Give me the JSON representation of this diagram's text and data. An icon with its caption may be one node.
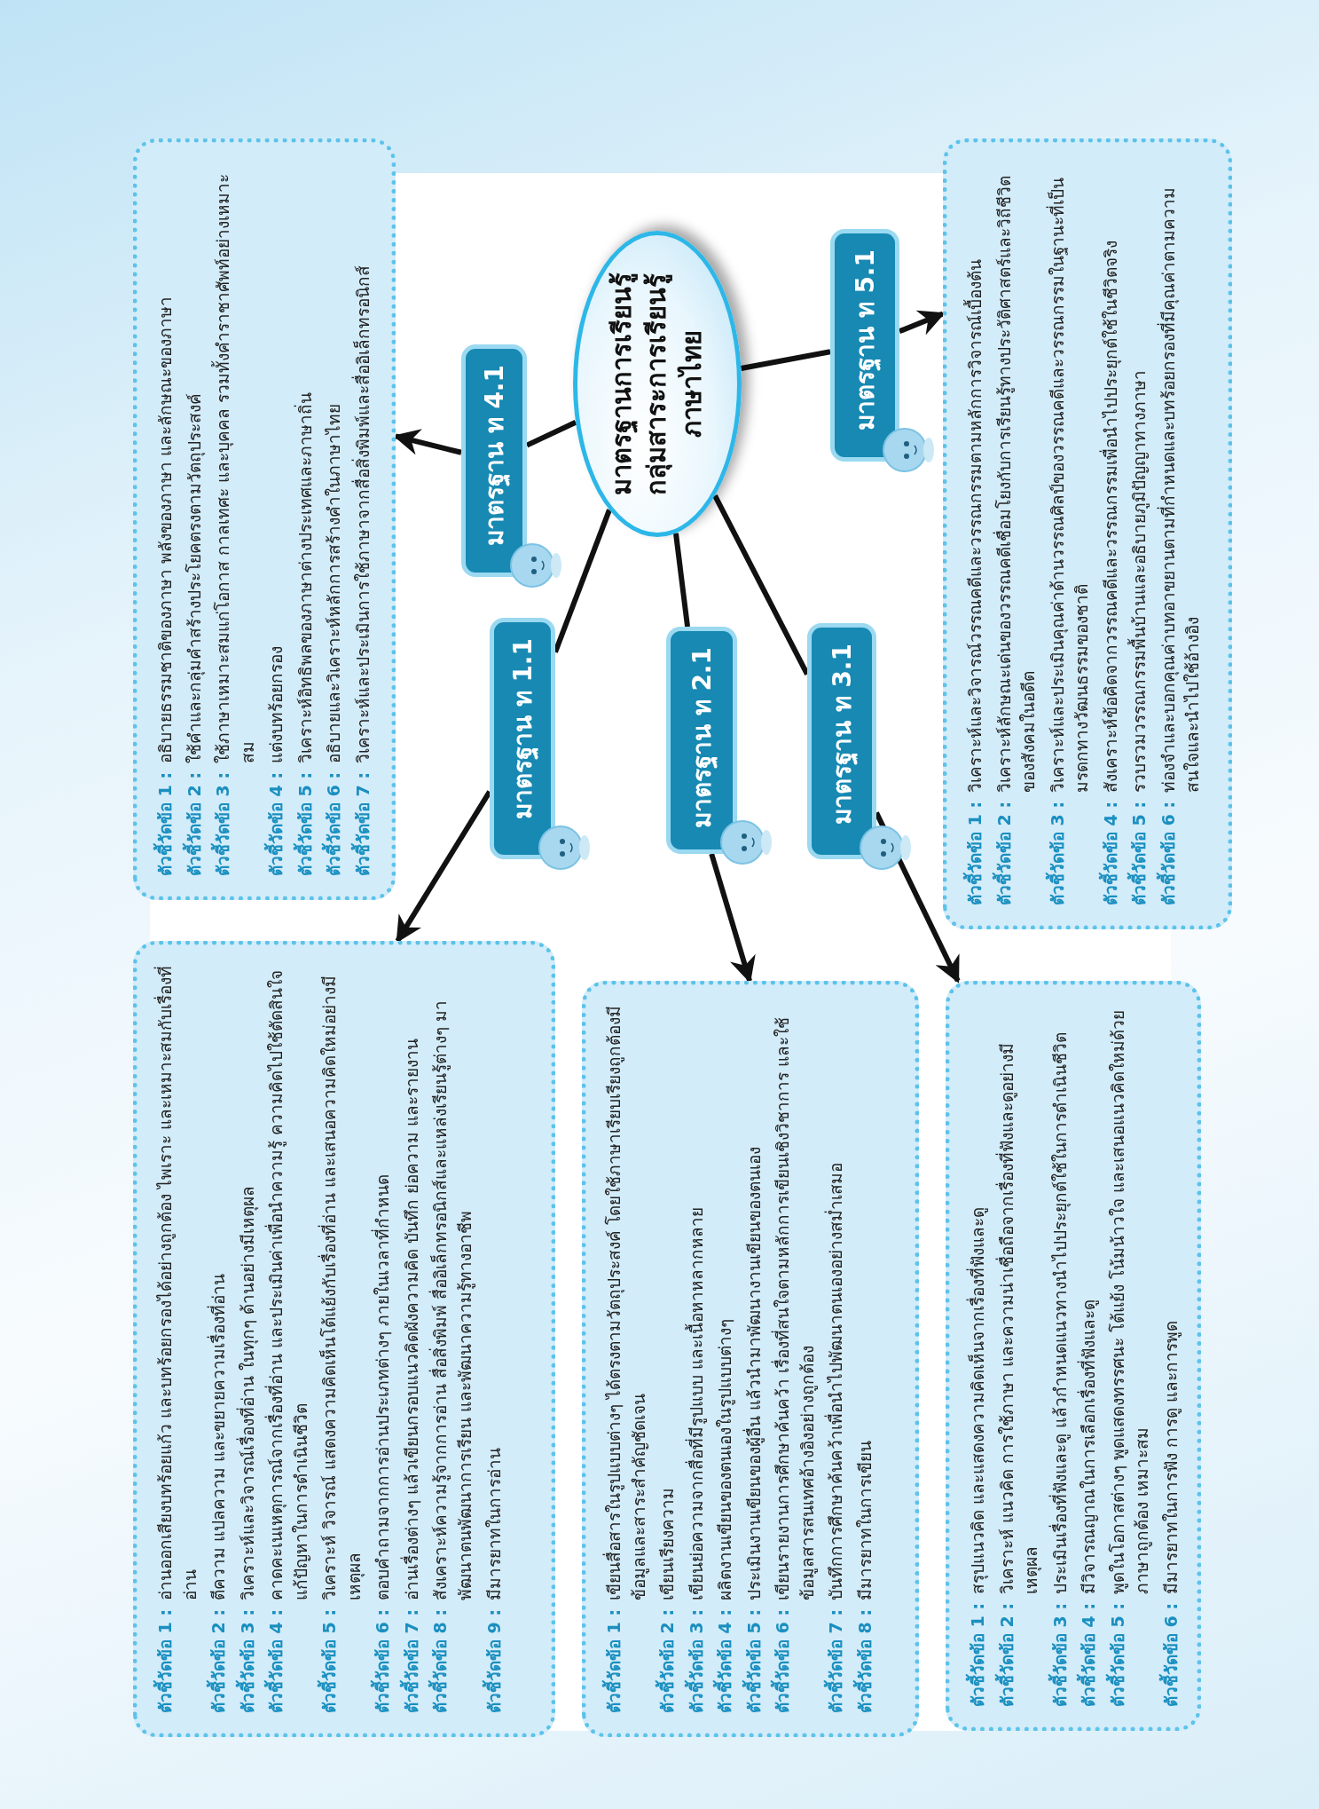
{
  "diagram": {
    "nodes": [
      {
        "text": [
          "มาตรฐานการเรียนรู้กลุ่มสาระการเรียนรู้ภาษาไทย"
        ]
      },
      {
        "text": [
          "มาตรฐาน ท 4.1"
        ]
      },
      {
        "text": [
          "ตัวชี้วัดข้อ 1 :",
          "อธิบายธรรมชาติของภาษา พลังของภาษา และลักษณะของภาษา",
          "ตัวชี้วัดข้อ 2 :",
          "ใช้คำและกลุ่มคำสร้างประโยคตรงตามวัตถุประสงค์",
          "ตัวชี้วัดข้อ 3 :",
          "ใช้ภาษาเหมาะสมแก่โอกาส กาลเทศะ และบุคคล รวมทั้งคำราชาศัพท์อย่างเหมาะสม",
          "ตัวชี้วัดข้อ 4 :",
          "แต่งบทร้อยกรอง",
          "ตัวชี้วัดข้อ 5 :",
          "วิเคราะห์อิทธิพลของภาษาต่างประเทศและภาษาถิ่น",
          "ตัวชี้วัดข้อ 6 :",
          "อธิบายและวิเคราะห์หลักการสร้างคำในภาษาไทย",
          "ตัวชี้วัดข้อ 7 :",
          "วิเคราะห์และประเมินการใช้ภาษาจากสื่อสิ่งพิมพ์และสื่ออิเล็กทรอนิกส์"
        ]
      },
      {
        "text": [
          "มาตรฐาน ท 5.1"
        ]
      },
      {
        "text": [
          "ตัวชี้วัดข้อ 1 :",
          "วิเคราะห์และวิจารณ์วรรณคดีและวรรณกรรมตามหลักการวิจารณ์เบื้องต้น",
          "ตัวชี้วัดข้อ 2 :",
          "วิเคราะห์ลักษณะเด่นของวรรณคดีเชื่อมโยงกับการเรียนรู้ทางประวัติศาสตร์และวิถีชีวิตของสังคมในอดีต",
          "ตัวชี้วัดข้อ 3 :",
          "วิเคราะห์และประเมินคุณค่าด้านวรรณศิลป์ของวรรณคดีและวรรณกรรมในฐานะที่เป็นมรดกทางวัฒนธรรมของชาติ",
          "ตัวชี้วัดข้อ 4 :",
          "สังเคราะห์ข้อคิดจากวรรณคดีและวรรณกรรมเพื่อนำไปประยุกต์ใช้ในชีวิตจริง",
          "ตัวชี้วัดข้อ 5 :",
          "รวบรวมวรรณกรรมพื้นบ้านและอธิบายภูมิปัญญาทางภาษา",
          "ตัวชี้วัดข้อ 6 :",
          "ท่องจำและบอกคุณค่าบทอาขยานตามที่กำหนดและบทร้อยกรองที่มีคุณค่าตามความสนใจและนำไปใช้อ้างอิง"
        ]
      },
      {
        "text": [
          "มาตรฐาน ท 1.1"
        ]
      },
      {
        "text": [
          "ตัวชี้วัดข้อ 1 :",
          "อ่านออกเสียงบทร้อยแก้ว และบทร้อยกรองได้อย่างถูกต้อง ไพเราะ และเหมาะสมกับเรื่องที่อ่าน",
          "ตัวชี้วัดข้อ 2 :",
          "ตีความ แปลความ และขยายความเรื่องที่อ่าน",
          "ตัวชี้วัดข้อ 3 :",
          "วิเคราะห์และวิจารณ์เรื่องที่อ่าน ในทุกๆ ด้านอย่างมีเหตุผล",
          "ตัวชี้วัดข้อ 4 :",
          "คาดคะเนเหตุการณ์จากเรื่องที่อ่าน และประเมินค่าเพื่อนำความรู้ ความคิดไปใช้ตัดสินใจแก้ปัญหาในการดำเนินชีวิต",
          "ตัวชี้วัดข้อ 5 :",
          "วิเคราะห์ วิจารณ์ แสดงความคิดเห็นโต้แย้งกับเรื่องที่อ่าน และเสนอความคิดใหม่อย่างมีเหตุผล",
          "ตัวชี้วัดข้อ 6 :",
          "ตอบคำถามจากการอ่านประเภทต่างๆ ภายในเวลาที่กำหนด",
          "ตัวชี้วัดข้อ 7 :",
          "อ่านเรื่องต่างๆ แล้วเขียนกรอบแนวคิดผังความคิด บันทึก ย่อความ และรายงาน",
          "ตัวชี้วัดข้อ 8 :",
          "สังเคราะห์ความรู้จากการอ่าน สื่อสิ่งพิมพ์ สื่ออิเล็กทรอนิกส์และแหล่งเรียนรู้ต่างๆ มาพัฒนาตนพัฒนาการเรียน และพัฒนาความรู้ทางอาชีพ",
          "ตัวชี้วัดข้อ 9 :",
          "มีมารยาทในการอ่าน"
        ]
      },
      {
        "text": [
          "มาตรฐาน ท 2.1"
        ]
      },
      {
        "text": [
          "ตัวชี้วัดข้อ 1 :",
          "เขียนสื่อสารในรูปแบบต่างๆ ได้ตรงตามวัตถุประสงค์ โดยใช้ภาษาเรียบเรียงถูกต้องมีข้อมูลและสาระสำคัญชัดเจน",
          "ตัวชี้วัดข้อ 2 :",
          "เขียนเรียงความ",
          "ตัวชี้วัดข้อ 3 :",
          "เขียนย่อความจากสื่อที่มีรูปแบบ และเนื้อหาหลากหลาย",
          "ตัวชี้วัดข้อ 4 :",
          "ผลิตงานเขียนของตนเองในรูปแบบต่างๆ",
          "ตัวชี้วัดข้อ 5 :",
          "ประเมินงานเขียนของผู้อื่น แล้วนำมาพัฒนางานเขียนของตนเอง",
          "ตัวชี้วัดข้อ 6 :",
          "เขียนรายงานการศึกษาค้นคว้า เรื่องที่สนใจตามหลักการเขียนเชิงวิชาการ และใช้ข้อมูลสารสนเทศอ้างอิงอย่างถูกต้อง",
          "ตัวชี้วัดข้อ 7 :",
          "บันทึกการศึกษาค้นคว้าเพื่อนำไปพัฒนาตนเองอย่างสม่ำเสมอ",
          "ตัวชี้วัดข้อ 8 :",
          "มีมารยาทในการเขียน"
        ]
      },
      {
        "text": [
          "มาตรฐาน ท 3.1"
        ]
      },
      {
        "text": [
          "ตัวชี้วัดข้อ 1 :",
          "สรุปแนวคิด และแสดงความคิดเห็นจากเรื่องที่ฟังและดู",
          "ตัวชี้วัดข้อ 2 :",
          "วิเคราะห์ แนวคิด การใช้ภาษา และความน่าเชื่อถือจากเรื่องที่ฟังและดูอย่างมีเหตุผล",
          "ตัวชี้วัดข้อ 3 :",
          "ประเมินเรื่องที่ฟังและดู แล้วกำหนดแนวทางนำไปประยุกต์ใช้ในการดำเนินชีวิต",
          "ตัวชี้วัดข้อ 4 :",
          "มีวิจารณญาณในการเลือกเรื่องที่ฟังและดู",
          "ตัวชี้วัดข้อ 5 :",
          "พูดในโอกาสต่างๆ พูดแสดงทรรศนะ โต้แย้ง โน้มน้าวใจ และเสนอแนวคิดใหม่ด้วยภาษาถูกต้อง เหมาะสม",
          "ตัวชี้วัดข้อ 6 :",
          "มีมารยาทในการฟัง การดู และการพูด"
        ]
      }
    ],
    "edges": [
      {
        "from": 0,
        "to": 1,
        "arrow": "none"
      },
      {
        "from": 1,
        "to": 2,
        "arrow": "to"
      },
      {
        "from": 0,
        "to": 3,
        "arrow": "none"
      },
      {
        "from": 3,
        "to": 4,
        "arrow": "to"
      },
      {
        "from": 0,
        "to": 5,
        "arrow": "none"
      },
      {
        "from": 5,
        "to": 6,
        "arrow": "to"
      },
      {
        "from": 0,
        "to": 7,
        "arrow": "none"
      },
      {
        "from": 7,
        "to": 8,
        "arrow": "to"
      },
      {
        "from": 0,
        "to": 9,
        "arrow": "none"
      },
      {
        "from": 9,
        "to": 10,
        "arrow": "to"
      }
    ]
  }
}
